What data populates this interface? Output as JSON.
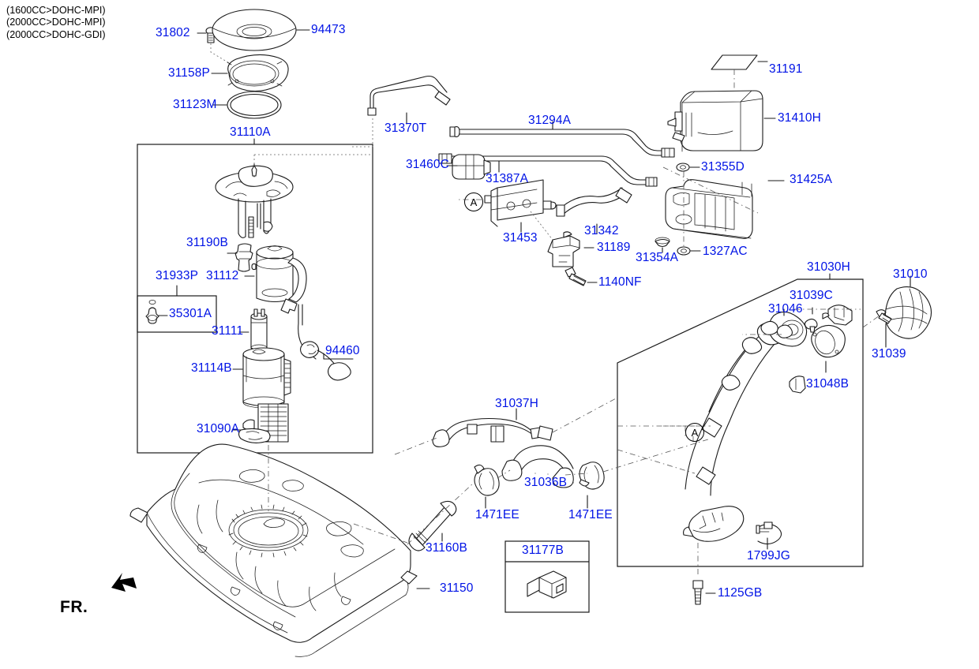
{
  "diagram": {
    "domain": "parts-exploded-diagram",
    "title_lines": [
      "(1600CC>DOHC-MPI)",
      "(2000CC>DOHC-MPI)",
      "(2000CC>DOHC-GDI)"
    ],
    "orientation_marker": "FR.",
    "label_color": "#0013e6",
    "line_color": "#1a1a1a",
    "background": "#ffffff",
    "callout_markers": [
      "A",
      "A"
    ]
  },
  "groups": [
    {
      "name": "fuel-pump-assembly-panel",
      "label": "31110A"
    },
    {
      "name": "filler-neck-assembly-panel",
      "label": "31030H"
    },
    {
      "name": "service-kit-box",
      "label": "31933P"
    },
    {
      "name": "clip-detail-box",
      "label": "31177B"
    }
  ],
  "parts": [
    {
      "id": "31802",
      "label": "31802",
      "name": "cover-bolt"
    },
    {
      "id": "94473",
      "label": "94473",
      "name": "fuel-pump-service-cover"
    },
    {
      "id": "31158P",
      "label": "31158P",
      "name": "fuel-pump-lock-ring"
    },
    {
      "id": "31123M",
      "label": "31123M",
      "name": "fuel-tank-o-ring-gasket"
    },
    {
      "id": "31110A",
      "label": "31110A",
      "name": "fuel-pump-complete-assembly"
    },
    {
      "id": "31190B",
      "label": "31190B",
      "name": "fuel-pressure-regulator"
    },
    {
      "id": "31112",
      "label": "31112",
      "name": "fuel-filter"
    },
    {
      "id": "31933P",
      "label": "31933P",
      "name": "fuel-pump-service-kit"
    },
    {
      "id": "35301A",
      "label": "35301A",
      "name": "service-kit-plug"
    },
    {
      "id": "31111",
      "label": "31111",
      "name": "fuel-pump-motor"
    },
    {
      "id": "31114B",
      "label": "31114B",
      "name": "fuel-pump-reservoir-cup"
    },
    {
      "id": "94460",
      "label": "94460",
      "name": "fuel-level-sender-float-arm"
    },
    {
      "id": "31090A",
      "label": "31090A",
      "name": "fuel-pump-strainer-filter"
    },
    {
      "id": "31370T",
      "label": "31370T",
      "name": "vapor-tube-bracket"
    },
    {
      "id": "31294A",
      "label": "31294A",
      "name": "fuel-feed-tube-line"
    },
    {
      "id": "31460C",
      "label": "31460C",
      "name": "tube-mounting-clip"
    },
    {
      "id": "31387A",
      "label": "31387A",
      "name": "vapor-vent-tube"
    },
    {
      "id": "31453",
      "label": "31453",
      "name": "fuel-tank-pressure-sensor-valve"
    },
    {
      "id": "31342",
      "label": "31342",
      "name": "canister-hose"
    },
    {
      "id": "31189",
      "label": "31189",
      "name": "valve-mounting-bracket"
    },
    {
      "id": "1140NF",
      "label": "1140NF",
      "name": "bracket-bolt"
    },
    {
      "id": "31191",
      "label": "31191",
      "name": "canister-pad-insulator"
    },
    {
      "id": "31410H",
      "label": "31410H",
      "name": "evaporative-canister"
    },
    {
      "id": "31355D",
      "label": "31355D",
      "name": "canister-upper-washer"
    },
    {
      "id": "31425A",
      "label": "31425A",
      "name": "canister-protector-shield"
    },
    {
      "id": "31354A",
      "label": "31354A",
      "name": "canister-lower-washer"
    },
    {
      "id": "1327AC",
      "label": "1327AC",
      "name": "canister-protector-nut"
    },
    {
      "id": "31030H",
      "label": "31030H",
      "name": "fuel-filler-neck-assembly"
    },
    {
      "id": "31039C",
      "label": "31039C",
      "name": "filler-neck-screw"
    },
    {
      "id": "31046",
      "label": "31046",
      "name": "filler-neck-grommet"
    },
    {
      "id": "31048B",
      "label": "31048B",
      "name": "filler-neck-housing-gasket"
    },
    {
      "id": "31010",
      "label": "31010",
      "name": "fuel-filler-cap"
    },
    {
      "id": "31039",
      "label": "31039",
      "name": "filler-cap-retainer-screw"
    },
    {
      "id": "31037H",
      "label": "31037H",
      "name": "fuel-vapor-hose"
    },
    {
      "id": "31036B",
      "label": "31036B",
      "name": "fuel-filler-hose"
    },
    {
      "id": "1471EE",
      "label": "1471EE",
      "name": "hose-clamp-left"
    },
    {
      "id": "1471EE-2",
      "label": "1471EE",
      "name": "hose-clamp-right"
    },
    {
      "id": "31160B",
      "label": "31160B",
      "name": "fuel-tank-breather-tube"
    },
    {
      "id": "31177B",
      "label": "31177B",
      "name": "tube-retainer-clip"
    },
    {
      "id": "31150",
      "label": "31150",
      "name": "fuel-tank"
    },
    {
      "id": "1799JG",
      "label": "1799JG",
      "name": "cable-tie-strap"
    },
    {
      "id": "1125GB",
      "label": "1125GB",
      "name": "filler-neck-mounting-bolt"
    }
  ]
}
